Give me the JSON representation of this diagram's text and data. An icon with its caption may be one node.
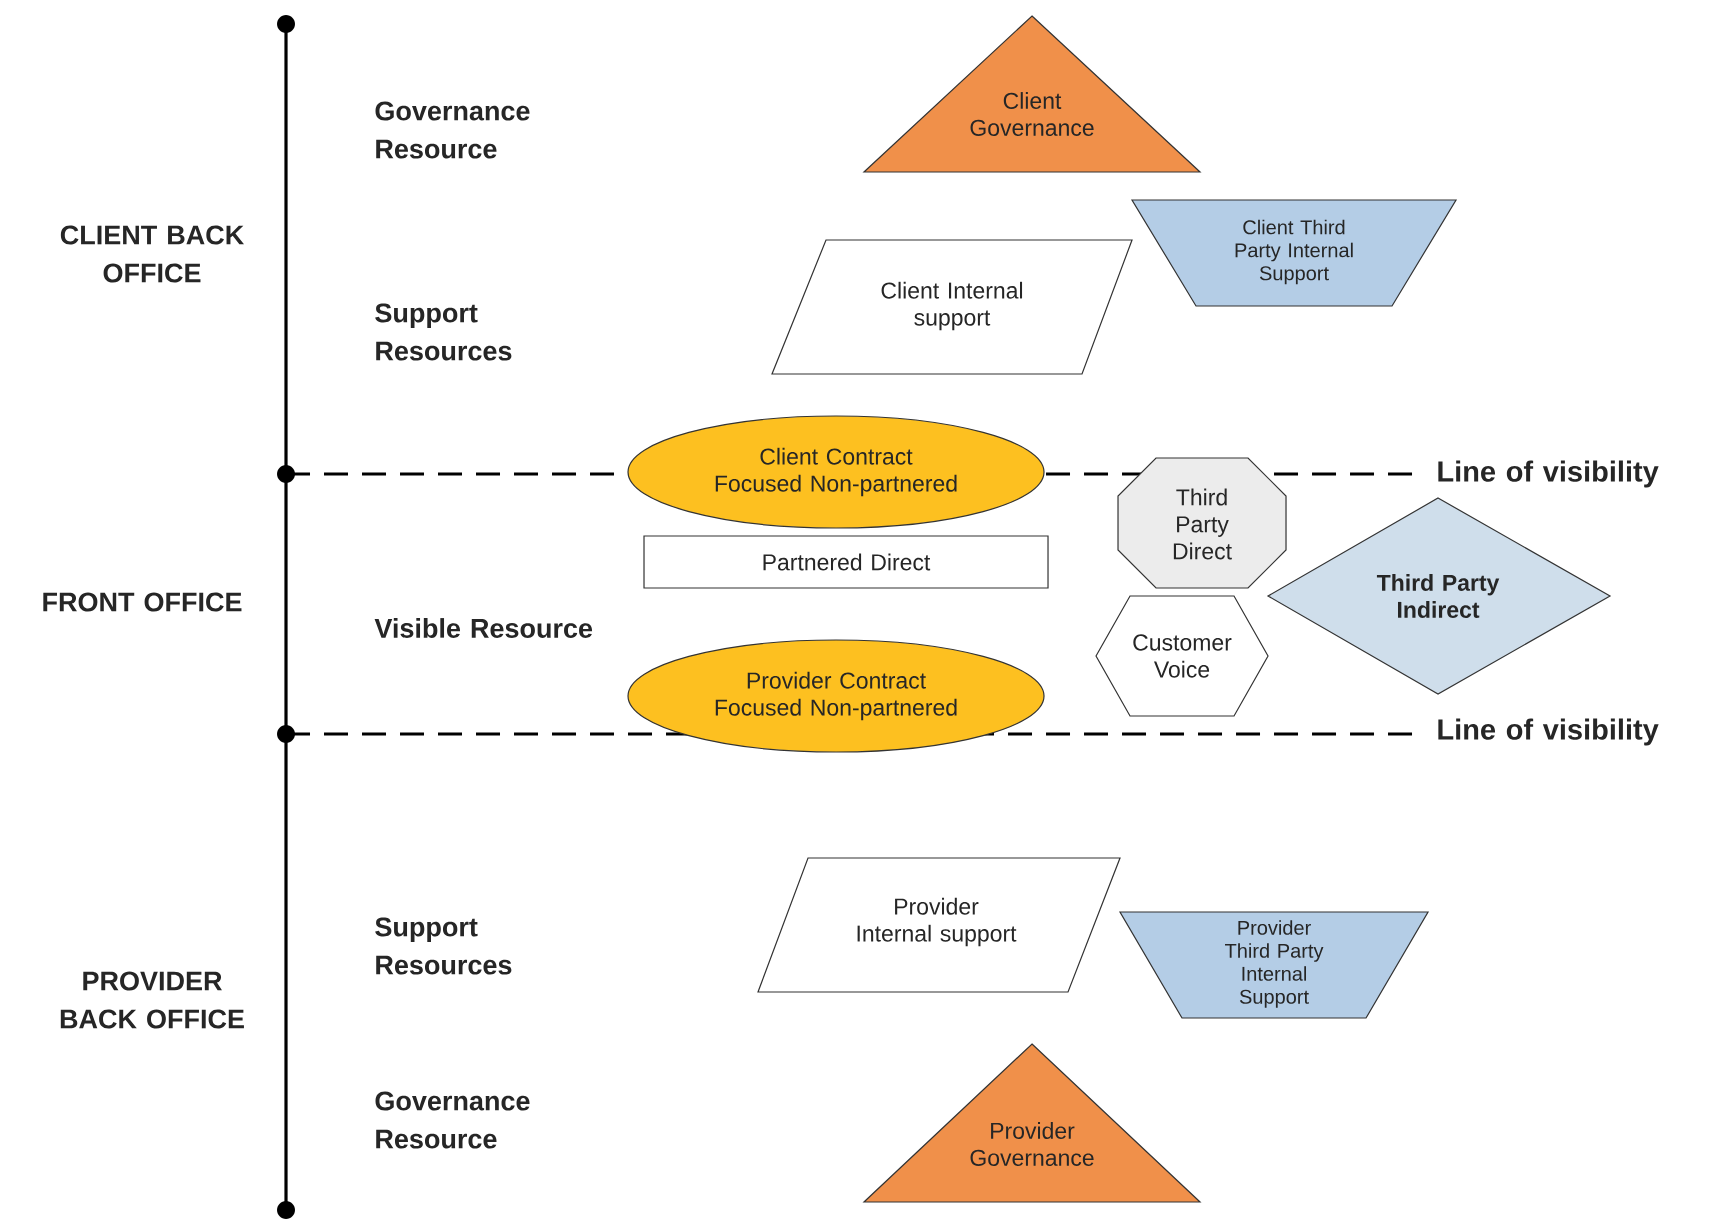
{
  "diagram": {
    "nodes": [
      {
        "text": [
          "Client Governance"
        ]
      },
      {
        "text": [
          "Client Third Party Internal Support"
        ]
      },
      {
        "text": [
          "Client Internal support"
        ]
      },
      {
        "text": [
          "Client Contract Focused Non-partnered"
        ]
      },
      {
        "text": [
          "Third Party Direct"
        ]
      },
      {
        "text": [
          "Partnered Direct"
        ]
      },
      {
        "text": [
          "Third Party Indirect"
        ]
      },
      {
        "text": [
          "Customer Voice"
        ]
      },
      {
        "text": [
          "Provider Contract Focused Non-partnered"
        ]
      },
      {
        "text": [
          "Provider Internal support"
        ]
      },
      {
        "text": [
          "Provider Third Party Internal Support"
        ]
      },
      {
        "text": [
          "Provider Governance"
        ]
      }
    ],
    "labels": [
      "Governance Resource",
      "CLIENT BACK OFFICE",
      "Support Resources",
      "Line of visibility",
      "FRONT OFFICE",
      "Visible Resource",
      "Line of visibility",
      "Support Resources",
      "PROVIDER BACK OFFICE",
      "Governance Resource"
    ]
  }
}
